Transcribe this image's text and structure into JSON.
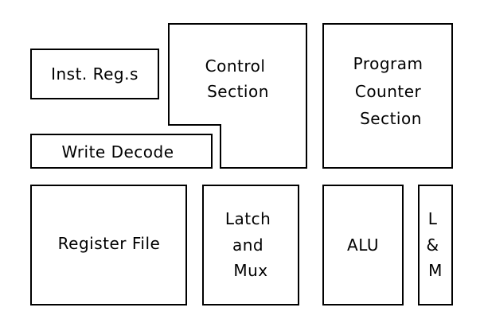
{
  "blocks": {
    "inst_regs": {
      "lines": [
        "Inst. Reg.s"
      ]
    },
    "control_section": {
      "lines": [
        "Control",
        "Section"
      ]
    },
    "program_counter": {
      "lines": [
        "Program",
        "Counter",
        "Section"
      ]
    },
    "write_decode": {
      "lines": [
        "Write Decode"
      ]
    },
    "register_file": {
      "lines": [
        "Register File"
      ]
    },
    "latch_and_mux": {
      "lines": [
        "Latch",
        "and",
        "Mux"
      ]
    },
    "alu": {
      "lines": [
        "ALU"
      ]
    },
    "l_and_m": {
      "lines": [
        "L",
        "&",
        "M"
      ]
    }
  },
  "colors": {
    "stroke": "#000000",
    "background": "#ffffff"
  }
}
